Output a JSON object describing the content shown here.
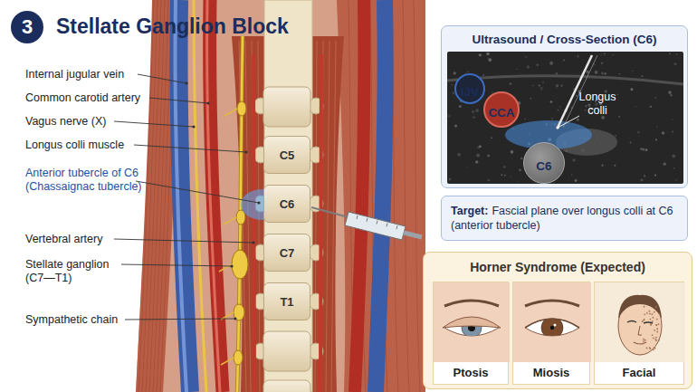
{
  "diagram": {
    "title": "Stellate Ganglion Block",
    "nodes": [
      {
        "text": [
          "3"
        ]
      },
      {
        "text": [
          "C5"
        ]
      },
      {
        "text": [
          "C6"
        ]
      },
      {
        "text": [
          "C7"
        ]
      },
      {
        "text": [
          "T1"
        ]
      },
      {
        "text": [
          "Ultrasound / Cross-Section (C6)"
        ]
      },
      {
        "text": [
          "IJV"
        ],
        "in": 5
      },
      {
        "text": [
          "CCA"
        ],
        "in": 5
      },
      {
        "text": [
          "C6"
        ],
        "in": 5
      },
      {
        "text": [
          "Target:",
          "Fascial plane over longus colli at C6 (anterior tubercle)"
        ]
      },
      {
        "text": [
          "Horner Syndrome (Expected)"
        ]
      },
      {
        "text": [
          "Ptosis"
        ],
        "in": 10
      },
      {
        "text": [
          "Miosis"
        ],
        "in": 10
      },
      {
        "text": [
          "Facial"
        ],
        "in": 10
      }
    ],
    "labels": [
      "Internal jugular vein",
      "Common carotid artery",
      "Vagus nerve (X)",
      "Longus colli muscle",
      "Anterior tubercle of C6 (Chassaignac tubercle)",
      "Vertebral artery",
      "Stellate ganglion (C7—T1)",
      "Sympathetic chain",
      "Longus colli"
    ]
  }
}
